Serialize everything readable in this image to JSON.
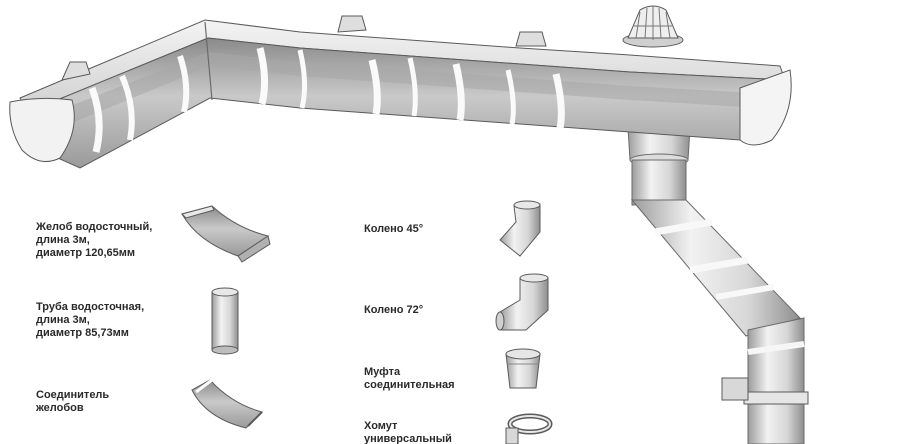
{
  "legend": {
    "gutter": [
      "Желоб водосточный,",
      "длина 3м,",
      "диаметр 120,65мм"
    ],
    "pipe": [
      "Труба водосточная,",
      "длина 3м,",
      "диаметр 85,73мм"
    ],
    "connector": [
      "Соединитель",
      "желобов"
    ],
    "elbow45": [
      "Колено 45°"
    ],
    "elbow72": [
      "Колено 72°"
    ],
    "coupling": [
      "Муфта",
      "соединительная"
    ],
    "clamp": [
      "Хомут",
      "универсальный"
    ]
  },
  "colors": {
    "metal_light": "#eeeeee",
    "metal_mid": "#c8c8c8",
    "metal_dark": "#8e8e8e",
    "outline": "#5a5a5a",
    "text": "#2a2a2a"
  }
}
